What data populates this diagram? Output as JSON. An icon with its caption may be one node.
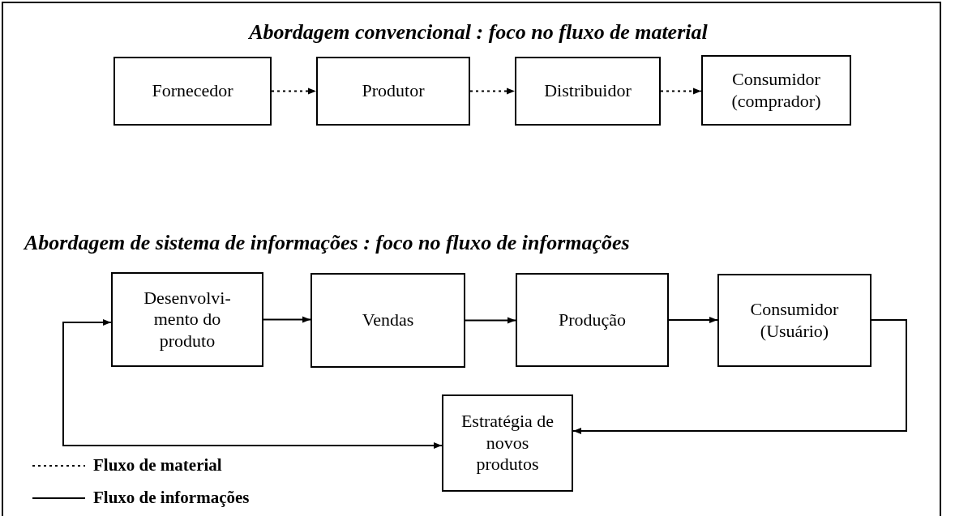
{
  "diagram": {
    "nodes": [
      {
        "text": [
          "Fornecedor"
        ]
      },
      {
        "text": [
          "Produtor"
        ]
      },
      {
        "text": [
          "Distribuidor"
        ]
      },
      {
        "text": [
          "Consumidor (comprador)"
        ]
      },
      {
        "text": [
          "Desenvolvi- mento do produto"
        ]
      },
      {
        "text": [
          "Vendas"
        ]
      },
      {
        "text": [
          "Produção"
        ]
      },
      {
        "text": [
          "Consumidor (Usuário)"
        ]
      },
      {
        "text": [
          "Estratégia de novos produtos"
        ]
      }
    ],
    "edges": [
      {
        "from": 0,
        "to": 1,
        "arrow": "to",
        "style": "dashed"
      },
      {
        "from": 1,
        "to": 2,
        "arrow": "to",
        "style": "dashed"
      },
      {
        "from": 2,
        "to": 3,
        "arrow": "to",
        "style": "dashed"
      },
      {
        "from": 4,
        "to": 5,
        "arrow": "to"
      },
      {
        "from": 5,
        "to": 6,
        "arrow": "to"
      },
      {
        "from": 6,
        "to": 7,
        "arrow": "to"
      },
      {
        "from": 7,
        "to": 8,
        "arrow": "to"
      },
      {
        "from": 4,
        "to": 8,
        "arrow": "both"
      }
    ],
    "labels": [
      "Abordagem convencional : foco no fluxo de material",
      "Abordagem de sistema de informações : foco no fluxo de informações"
    ],
    "legend": [
      {
        "text": "Fluxo de material"
      },
      {
        "text": "Fluxo de informações"
      }
    ]
  }
}
